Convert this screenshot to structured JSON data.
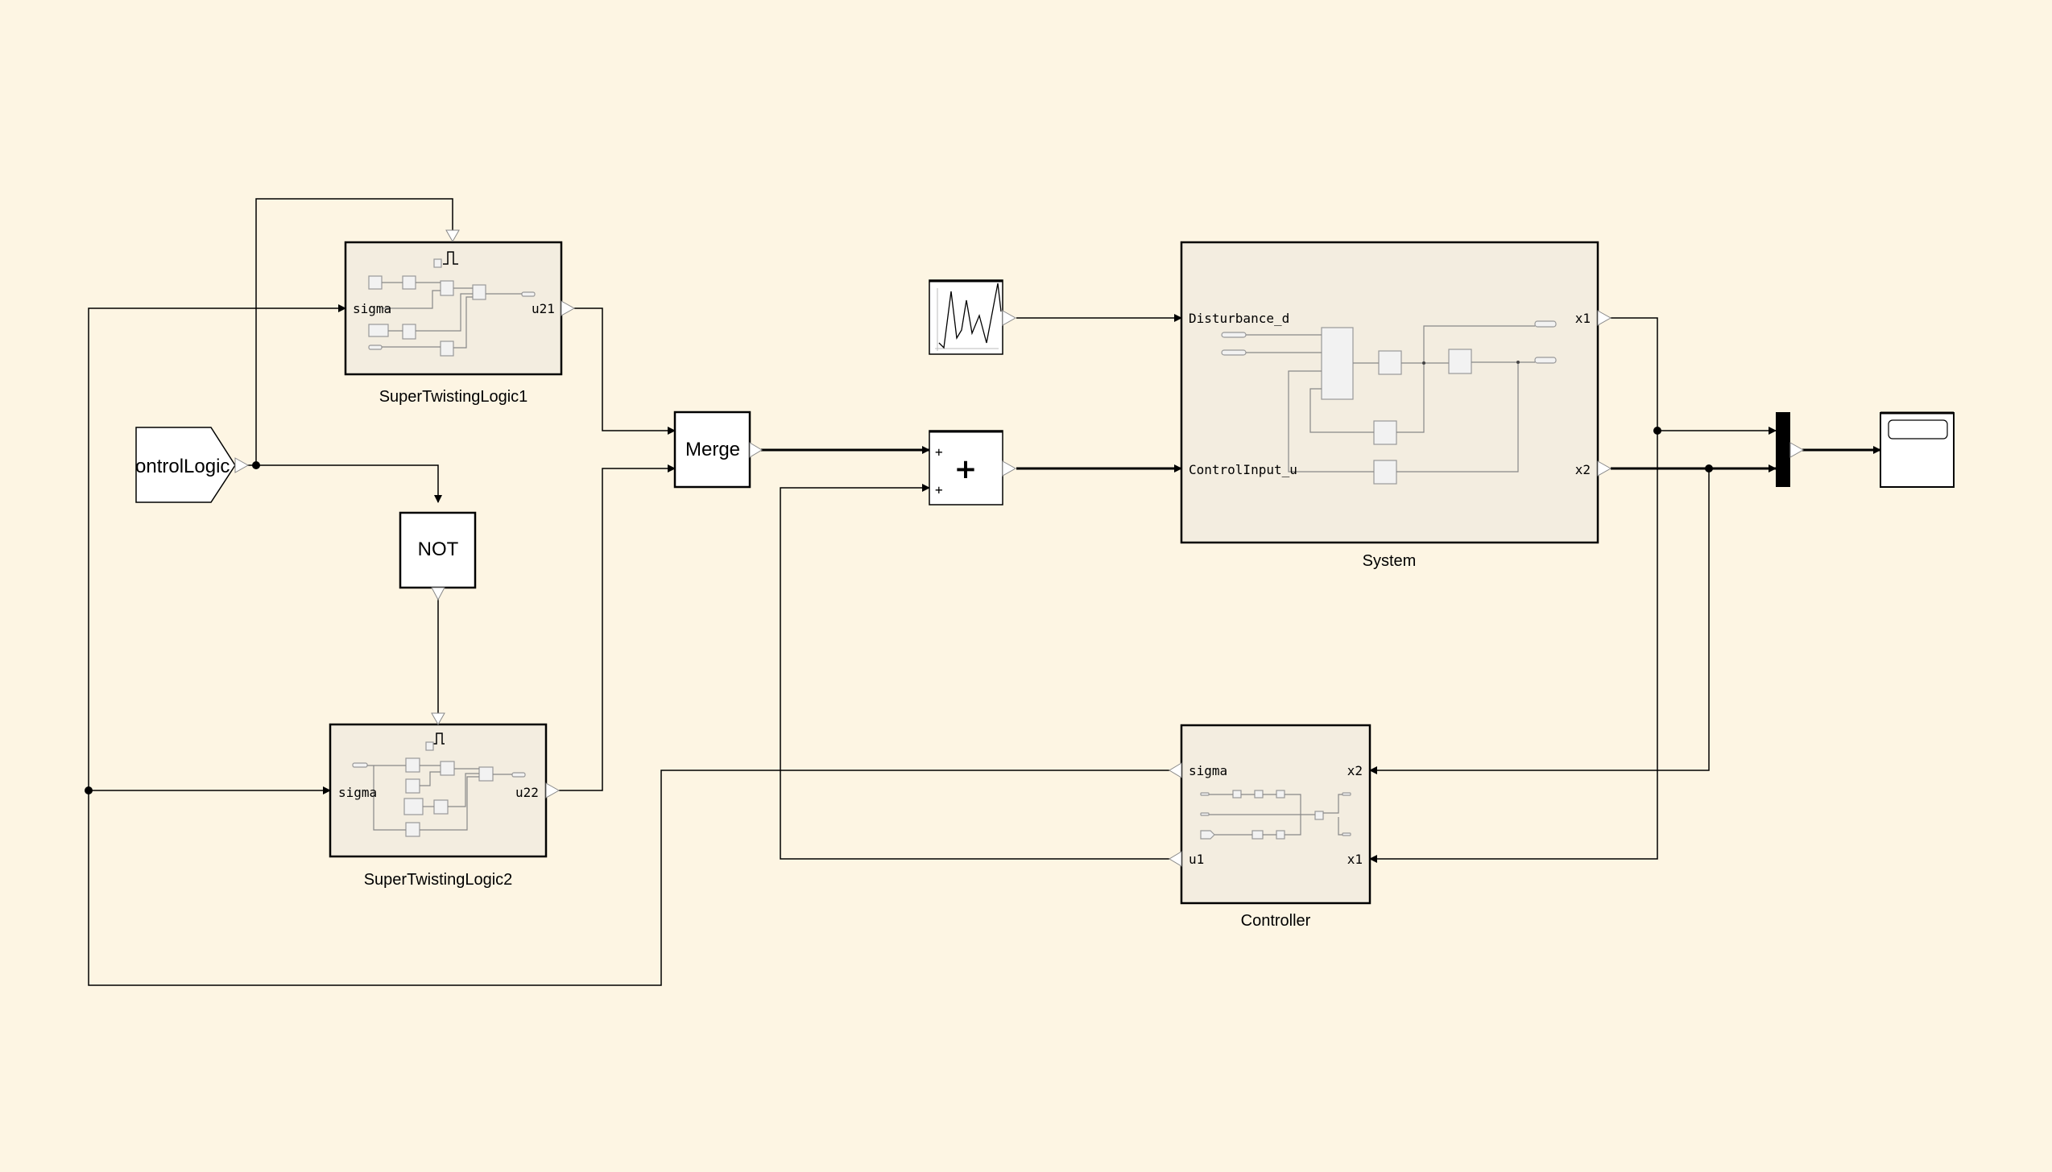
{
  "canvas": {
    "background": "#fdf5e3",
    "subsystem_fill": "#f3ede0"
  },
  "blocks": {
    "control_logic": {
      "label": "ontrolLogic"
    },
    "stl1": {
      "name": "SuperTwistingLogic1",
      "in_port": "sigma",
      "out_port": "u21"
    },
    "stl2": {
      "name": "SuperTwistingLogic2",
      "in_port": "sigma",
      "out_port": "u22"
    },
    "not": {
      "label": "NOT"
    },
    "merge": {
      "label": "Merge"
    },
    "random": {
      "icon": "random-signal-icon"
    },
    "sum": {
      "label": "+",
      "sign1": "+",
      "sign2": "+"
    },
    "system": {
      "name": "System",
      "in1": "Disturbance_d",
      "in2": "ControlInput_u",
      "out1": "x1",
      "out2": "x2"
    },
    "controller": {
      "name": "Controller",
      "out1": "sigma",
      "out2": "u1",
      "in1": "x2",
      "in2": "x1"
    },
    "mux": {
      "icon": "mux-bar-icon"
    },
    "scope": {
      "icon": "scope-icon"
    }
  }
}
